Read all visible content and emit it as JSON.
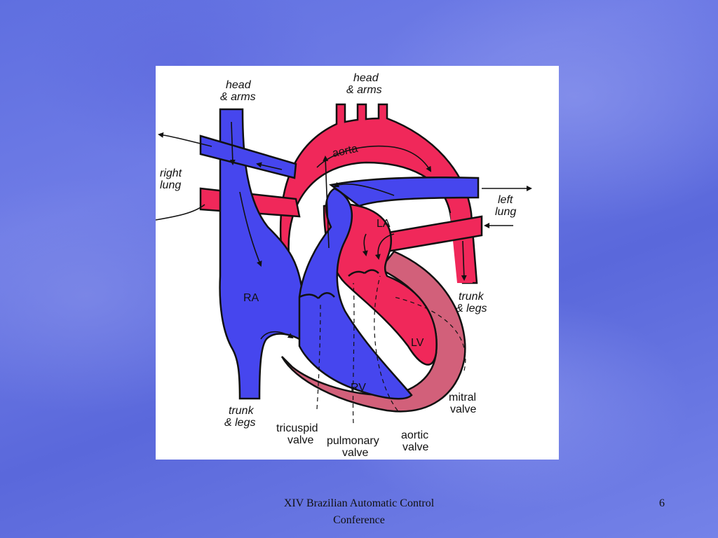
{
  "diagram": {
    "colors": {
      "oxygenated": "#f0285a",
      "deoxygenated": "#4646ee",
      "myocardium": "#d2607a",
      "outline": "#111111"
    },
    "labels": {
      "head_arms_left": [
        "head",
        "& arms"
      ],
      "head_arms_top": [
        "head",
        "& arms"
      ],
      "aorta": "aorta",
      "right_lung": [
        "right",
        "lung"
      ],
      "left_lung": [
        "left",
        "lung"
      ],
      "la": "LA",
      "ra": "RA",
      "lv": "LV",
      "rv": "RV",
      "trunk_legs_right": [
        "trunk",
        "& legs"
      ],
      "trunk_legs_left": [
        "trunk",
        "& legs"
      ],
      "mitral_valve": [
        "mitral",
        "valve"
      ],
      "tricuspid_valve": [
        "tricuspid",
        "valve"
      ],
      "pulmonary_valve": [
        "pulmonary",
        "valve"
      ],
      "aortic_valve": [
        "aortic",
        "valve"
      ]
    }
  },
  "footer": {
    "title_lines": [
      "XIV Brazilian Automatic Control",
      "Conference"
    ],
    "page_number": "6"
  }
}
